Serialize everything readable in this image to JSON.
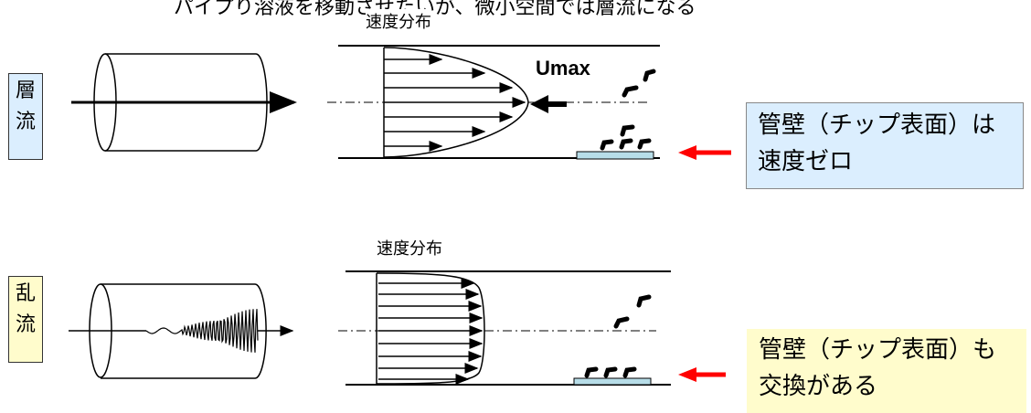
{
  "top_text": "パイプり溶液を移動させたいが、微小空間では層流になる",
  "laminar": {
    "side_label_lines": [
      "層",
      "流"
    ],
    "velocity_label": "速度分布",
    "umax_label": "Umax",
    "note_lines": [
      "管壁（チップ表面）は",
      "速度ゼロ"
    ],
    "box_color": "#dbeefe"
  },
  "turbulent": {
    "side_label_lines": [
      "乱",
      "流"
    ],
    "velocity_label": "速度分布",
    "note_lines": [
      "管壁（チップ表面）も",
      "交換がある"
    ],
    "box_color": "#fffccc"
  },
  "colors": {
    "arrow_red": "#ff0000",
    "chip_fill": "#b7dde8"
  }
}
